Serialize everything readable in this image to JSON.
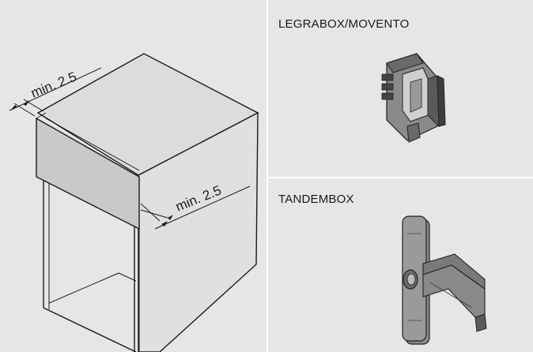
{
  "diagram": {
    "dimension_top": "min. 2.5",
    "dimension_side": "min. 2.5"
  },
  "panels": {
    "top_right_title": "LEGRABOX/MOVENTO",
    "bottom_right_title": "TANDEMBOX"
  },
  "colors": {
    "background": "#e6e6e6",
    "cabinet_fill": "#dcdcdc",
    "front_panel": "#c9c9c9",
    "clip_dark": "#555555",
    "clip_mid": "#8a8a8a",
    "divider": "#ffffff"
  }
}
